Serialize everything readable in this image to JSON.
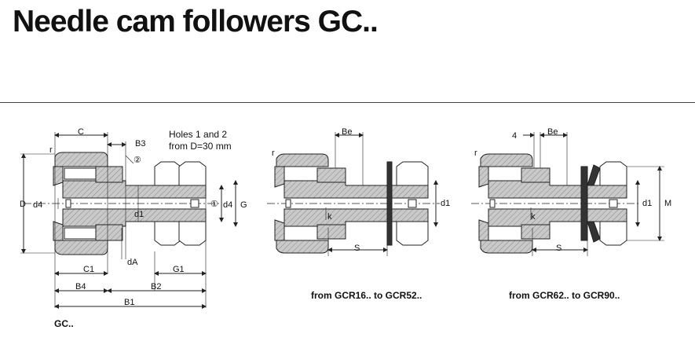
{
  "title": "Needle cam followers GC..",
  "notes": {
    "holes_line1": "Holes 1 and 2",
    "holes_line2": "from D=30 mm"
  },
  "captions": {
    "left": "GC..",
    "middle": "from GCR16.. to GCR52..",
    "right": "from GCR62.. to GCR90.."
  },
  "labels": {
    "C": "C",
    "B3": "B3",
    "r": "r",
    "circle2": "②",
    "circle1": "①",
    "D": "D",
    "d4": "d4",
    "d1": "d1",
    "G": "G",
    "dA": "dA",
    "C1": "C1",
    "G1": "G1",
    "B4": "B4",
    "B2": "B2",
    "B1": "B1",
    "Be": "Be",
    "k": "k",
    "S": "S",
    "four": "4",
    "M": "M"
  },
  "colors": {
    "hatch": "#bbbbbb",
    "line": "#222222"
  }
}
